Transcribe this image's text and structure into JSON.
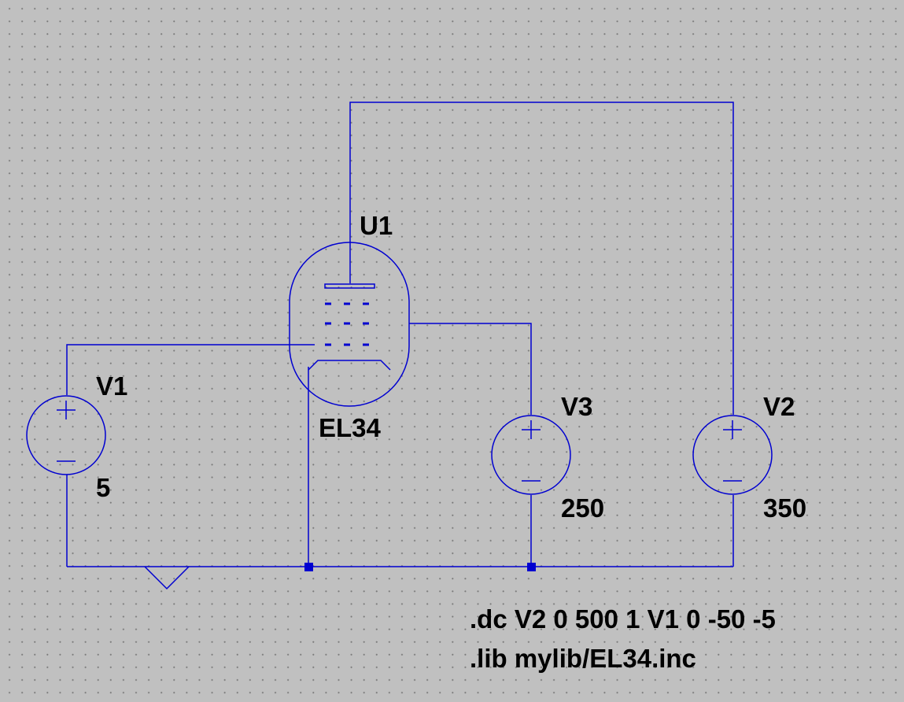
{
  "colors": {
    "background": "#c0c0c0",
    "grid_dot": "#7a7a7a",
    "wire": "#0000d0",
    "text": "#000000"
  },
  "schematic": {
    "tube": {
      "ref": "U1",
      "model": "EL34"
    },
    "sources": [
      {
        "ref": "V1",
        "value": "5"
      },
      {
        "ref": "V3",
        "value": "250"
      },
      {
        "ref": "V2",
        "value": "350"
      }
    ],
    "ground_icon": "ground-triangle-icon",
    "junction_icon": "junction-dot-icon"
  },
  "directives": [
    ".dc V2 0 500 1 V1 0 -50 -5",
    ".lib mylib/EL34.inc"
  ]
}
